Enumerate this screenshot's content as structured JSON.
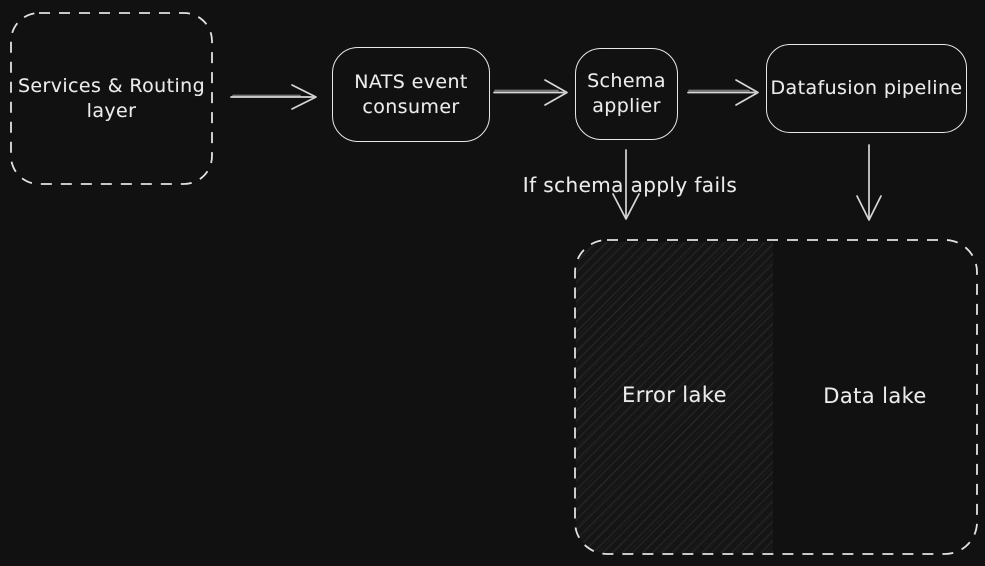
{
  "diagram": {
    "background_color": "#111111",
    "stroke_color": "#e7e7e7",
    "arrow_color": "#d6d6d6",
    "hatch_line_color": "#202020",
    "nodes": {
      "services_routing": {
        "label": "Services & Routing layer",
        "border_style": "dashed"
      },
      "nats_consumer": {
        "label": "NATS event consumer",
        "border_style": "solid"
      },
      "schema_applier": {
        "label": "Schema applier",
        "border_style": "solid"
      },
      "datafusion_pipeline": {
        "label": "Datafusion pipeline",
        "border_style": "solid"
      },
      "lake_container": {
        "border_style": "dashed"
      },
      "error_lake": {
        "label": "Error lake",
        "fill": "hachure"
      },
      "data_lake": {
        "label": "Data lake",
        "fill": "none"
      }
    },
    "labels": {
      "condition": "If schema apply fails"
    },
    "edges": [
      {
        "from": "services_routing",
        "to": "nats_consumer"
      },
      {
        "from": "nats_consumer",
        "to": "schema_applier"
      },
      {
        "from": "schema_applier",
        "to": "datafusion_pipeline"
      },
      {
        "from": "schema_applier",
        "to": "error_lake",
        "label": "If schema apply fails"
      },
      {
        "from": "datafusion_pipeline",
        "to": "data_lake"
      }
    ]
  }
}
